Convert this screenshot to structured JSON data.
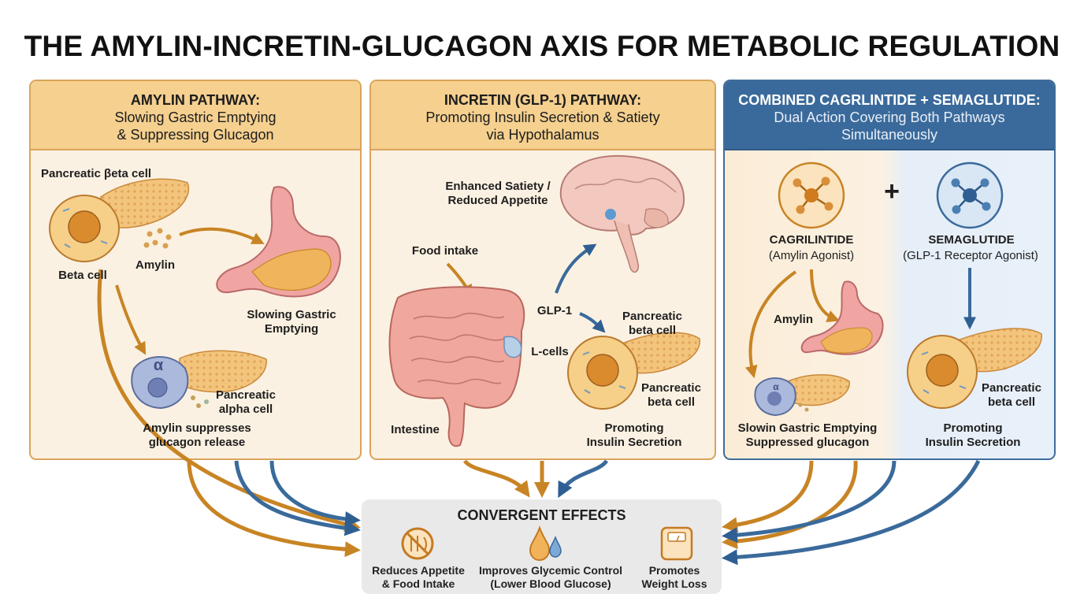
{
  "title": "THE AMYLIN-INCRETIN-GLUCAGON AXIS FOR METABOLIC REGULATION",
  "colors": {
    "amber": "#d4912e",
    "blue": "#3a6a9b",
    "cream": "#fbf1e2",
    "header_amber": "#f5d08f"
  },
  "panels": {
    "amylin": {
      "title": "AMYLIN PATHWAY:",
      "subtitle_1": "Slowing Gastric Emptying",
      "subtitle_2": "& Suppressing Glucagon",
      "labels": {
        "beta_cell_title": "Pancreatic βeta cell",
        "amylin": "Amylin",
        "beta_cell": "Beta cell",
        "gastric_1": "Slowing Gastric",
        "gastric_2": "Emptying",
        "alpha_symbol": "α",
        "alpha_1": "Pancreatic",
        "alpha_2": "alpha cell",
        "suppress_1": "Amylin suppresses",
        "suppress_2": "glucagon release"
      }
    },
    "incretin": {
      "title": "INCRETIN (GLP-1) PATHWAY:",
      "subtitle_1": "Promoting Insulin Secretion & Satiety",
      "subtitle_2": "via Hypothalamus",
      "labels": {
        "satiety_1": "Enhanced Satiety /",
        "satiety_2": "Reduced Appetite",
        "food_intake": "Food intake",
        "glp1": "GLP-1",
        "beta_top_1": "Pancreatic",
        "beta_top_2": "beta cell",
        "l_cells": "L-cells",
        "beta_1": "Pancreatic",
        "beta_2": "beta cell",
        "intestine": "Intestine",
        "insulin_1": "Promoting",
        "insulin_2": "Insulin Secretion"
      }
    },
    "combined": {
      "title": "COMBINED CAGRLINTIDE + SEMAGLUTIDE:",
      "subtitle_1": "Dual Action Covering Both Pathways",
      "subtitle_2": "Simultaneously",
      "labels": {
        "plus": "+",
        "cagri": "CAGRILINTIDE",
        "cagri_sub": "(Amylin Agonist)",
        "sema": "SEMAGLUTIDE",
        "sema_sub": "(GLP-1 Receptor Agonist)",
        "amylin": "Amylin",
        "alpha_symbol": "α",
        "beta_1": "Pancreatic",
        "beta_2": "beta cell",
        "gastric": "Slowin Gastric Emptying",
        "glucagon": "Suppressed glucagon",
        "insulin_1": "Promoting",
        "insulin_2": "Insulin Secretion"
      }
    }
  },
  "convergent": {
    "title": "CONVERGENT EFFECTS",
    "effects": [
      {
        "line1": "Reduces Appetite",
        "line2": "& Food Intake",
        "icon": "no-food-icon"
      },
      {
        "line1": "Improves Glycemic Control",
        "line2": "(Lower Blood Glucose)",
        "icon": "blood-drop-icon"
      },
      {
        "line1": "Promotes",
        "line2": "Weight Loss",
        "icon": "scale-icon"
      }
    ]
  }
}
